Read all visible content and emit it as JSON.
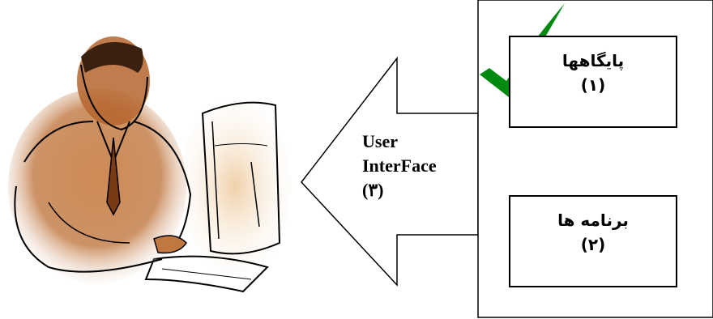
{
  "arrow": {
    "line1": "User",
    "line2": "InterFace",
    "line3": "(۳)"
  },
  "boxes": [
    {
      "label": "پایگاهها",
      "number": "(۱)"
    },
    {
      "label": "برنامه ها",
      "number": "(۲)"
    }
  ],
  "colors": {
    "checkmark": "#008a10",
    "skin": "#b5652e",
    "line": "#000000"
  },
  "icons": {
    "person": "user-at-computer-illustration",
    "check": "checkmark-icon"
  }
}
